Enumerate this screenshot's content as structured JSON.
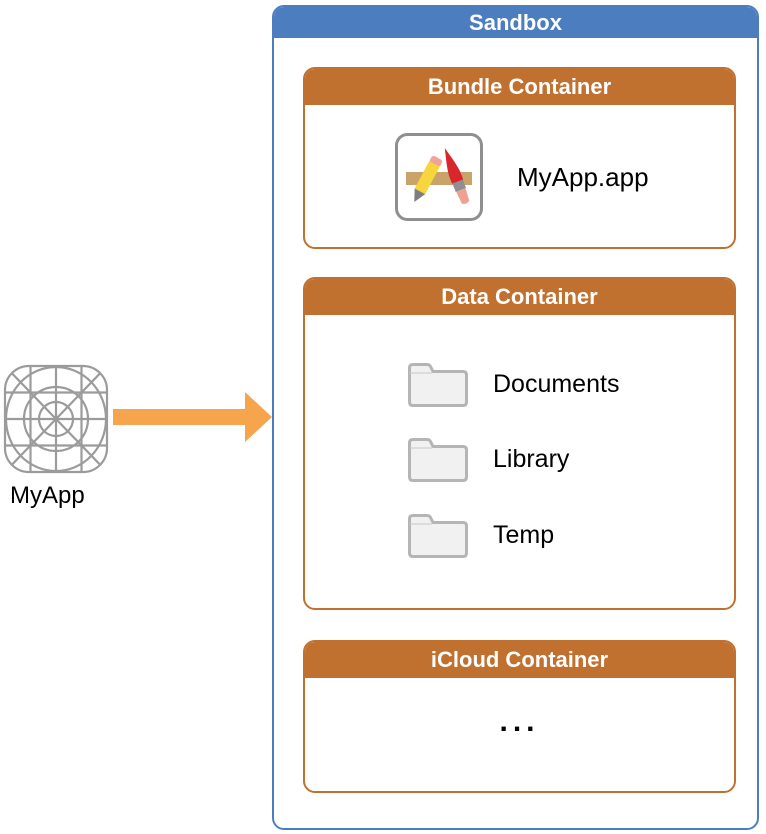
{
  "colors": {
    "sandbox_blue": "#4C7EBF",
    "container_orange": "#C0702F",
    "arrow_orange": "#F6A54C",
    "wireframe_gray": "#9B9B9B",
    "folder_fill": "#F1F1F1",
    "folder_border": "#B5B5B5",
    "header_text": "#FFFFFF",
    "label_text": "#000000"
  },
  "app": {
    "label": "MyApp",
    "icon": "app-wireframe-icon"
  },
  "arrow": {
    "icon": "right-arrow-icon"
  },
  "sandbox": {
    "title": "Sandbox",
    "containers": [
      {
        "title": "Bundle Container",
        "items": [
          {
            "icon": "app-bundle-icon",
            "label": "MyApp.app"
          }
        ]
      },
      {
        "title": "Data Container",
        "items": [
          {
            "icon": "folder-icon",
            "label": "Documents"
          },
          {
            "icon": "folder-icon",
            "label": "Library"
          },
          {
            "icon": "folder-icon",
            "label": "Temp"
          }
        ]
      },
      {
        "title": "iCloud Container",
        "ellipsis": "..."
      }
    ]
  }
}
